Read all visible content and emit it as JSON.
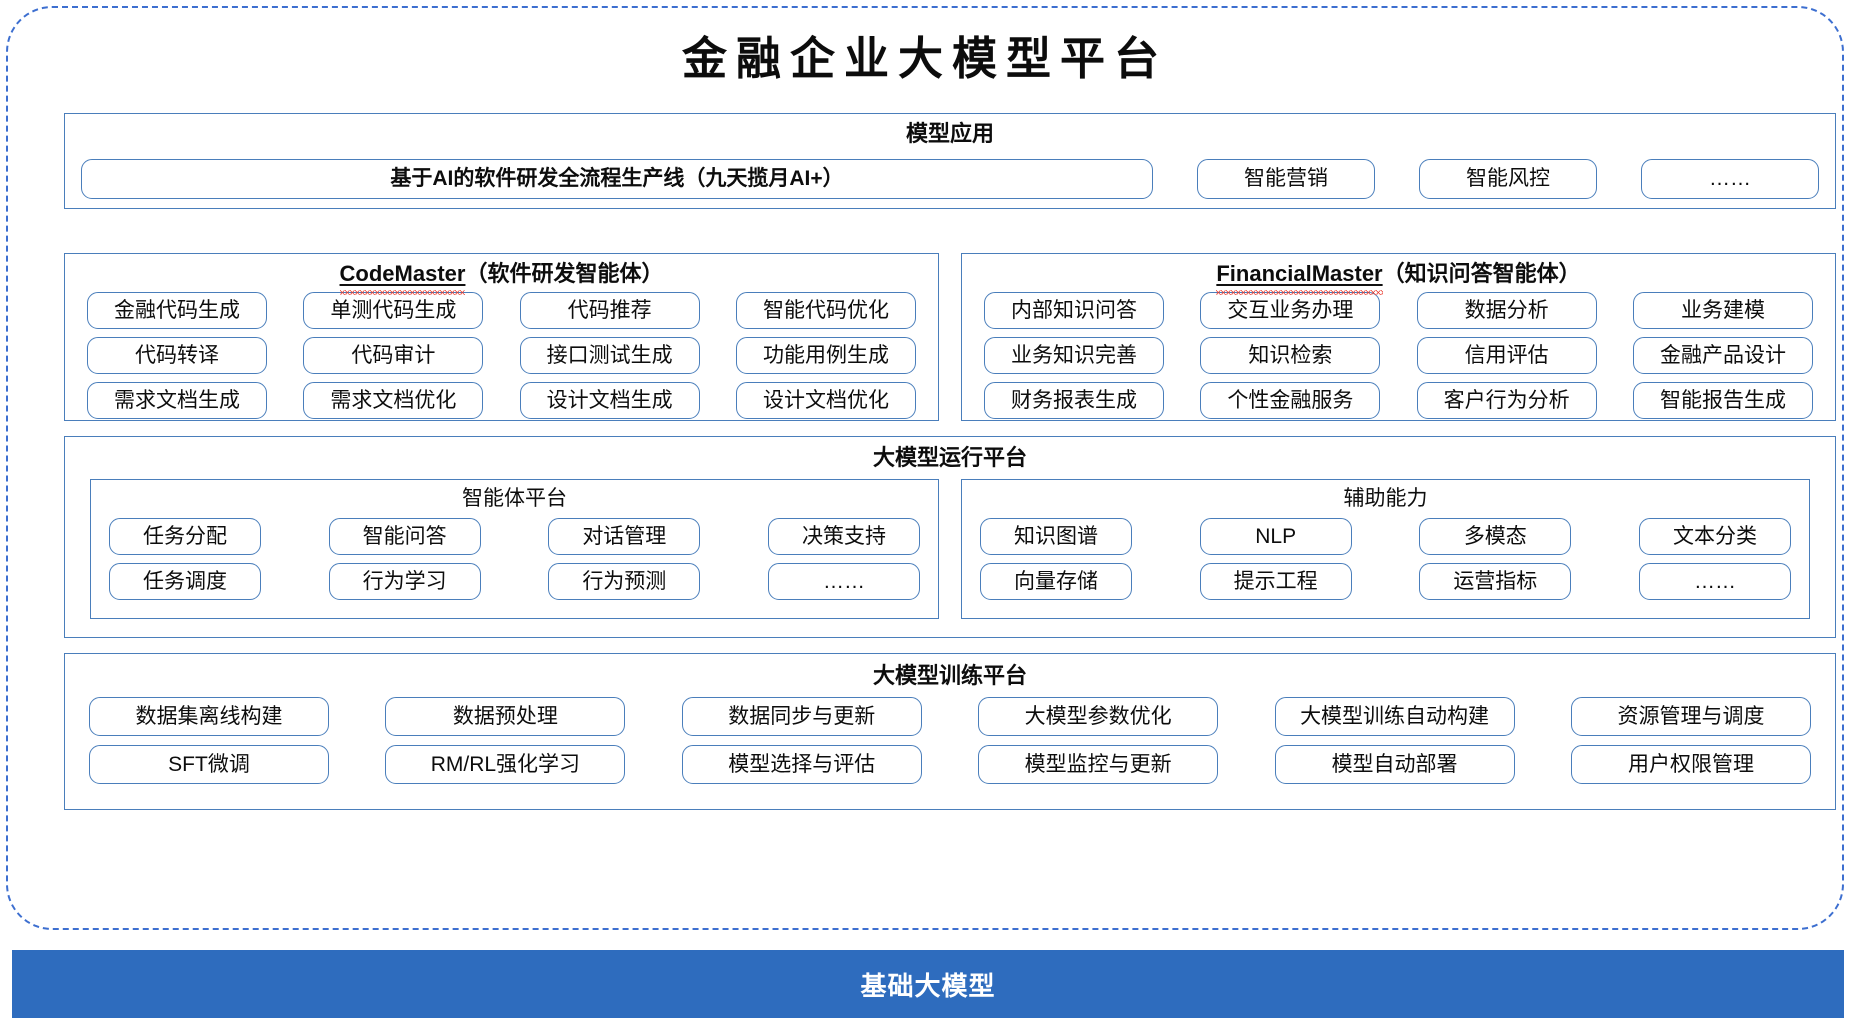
{
  "page": {
    "title": "金融企业大模型平台"
  },
  "model_application": {
    "title": "模型应用",
    "main_pill": "基于AI的软件研发全流程生产线（九天揽月AI+）",
    "pills": [
      "智能营销",
      "智能风控",
      "……"
    ]
  },
  "agents": {
    "codemaster": {
      "name": "CodeMaster",
      "suffix": "（软件研发智能体）",
      "rows": [
        [
          "金融代码生成",
          "单测代码生成",
          "代码推荐",
          "智能代码优化"
        ],
        [
          "代码转译",
          "代码审计",
          "接口测试生成",
          "功能用例生成"
        ],
        [
          "需求文档生成",
          "需求文档优化",
          "设计文档生成",
          "设计文档优化"
        ]
      ]
    },
    "financialmaster": {
      "name": "FinancialMaster",
      "suffix": "（知识问答智能体）",
      "rows": [
        [
          "内部知识问答",
          "交互业务办理",
          "数据分析",
          "业务建模"
        ],
        [
          "业务知识完善",
          "知识检索",
          "信用评估",
          "金融产品设计"
        ],
        [
          "财务报表生成",
          "个性金融服务",
          "客户行为分析",
          "智能报告生成"
        ]
      ]
    }
  },
  "runtime_platform": {
    "title": "大模型运行平台",
    "agent_platform": {
      "title": "智能体平台",
      "rows": [
        [
          "任务分配",
          "智能问答",
          "对话管理",
          "决策支持"
        ],
        [
          "任务调度",
          "行为学习",
          "行为预测",
          "……"
        ]
      ]
    },
    "auxiliary_capability": {
      "title": "辅助能力",
      "rows": [
        [
          "知识图谱",
          "NLP",
          "多模态",
          "文本分类"
        ],
        [
          "向量存储",
          "提示工程",
          "运营指标",
          "……"
        ]
      ]
    }
  },
  "training_platform": {
    "title": "大模型训练平台",
    "rows": [
      [
        "数据集离线构建",
        "数据预处理",
        "数据同步与更新",
        "大模型参数优化",
        "大模型训练自动构建",
        "资源管理与调度"
      ],
      [
        "SFT微调",
        "RM/RL强化学习",
        "模型选择与评估",
        "模型监控与更新",
        "模型自动部署",
        "用户权限管理"
      ]
    ]
  },
  "foundation": {
    "label": "基础大模型"
  },
  "colors": {
    "accent_blue": "#2e6cbe",
    "border_blue": "#4a7ebb",
    "dashed_blue": "#3d6fd0",
    "spellcheck_red": "#e8392c"
  }
}
